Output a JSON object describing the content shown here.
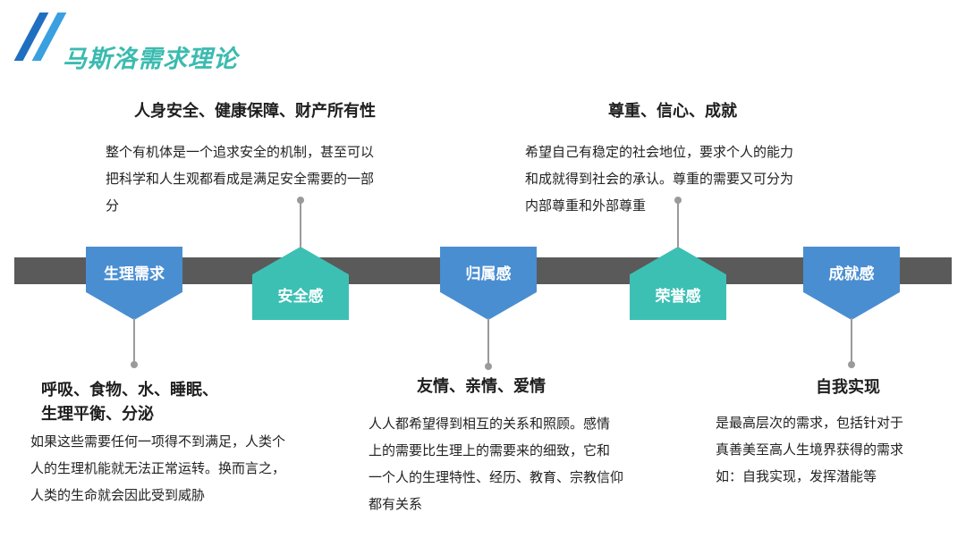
{
  "title": "马斯洛需求理论",
  "colors": {
    "blue_accent": "#1f6fc1",
    "teal_title": "#3bbbb0",
    "blue_badge": "#4a8ed2",
    "teal_badge": "#3cc0b4",
    "bar": "#5a5a5a"
  },
  "stages": [
    {
      "badge": "生理需求",
      "heading": "呼吸、食物、水、睡眠、\n生理平衡、分泌",
      "text": "如果这些需要任何一项得不到满足，人类个\n人的生理机能就无法正常运转。换而言之，\n人类的生命就会因此受到威胁"
    },
    {
      "badge": "安全感",
      "heading": "人身安全、健康保障、财产所有性",
      "text": "整个有机体是一个追求安全的机制，甚至可以\n把科学和人生观都看成是满足安全需要的一部\n分"
    },
    {
      "badge": "归属感",
      "heading": "友情、亲情、爱情",
      "text": "人人都希望得到相互的关系和照顾。感情\n上的需要比生理上的需要来的细致，它和\n一个人的生理特性、经历、教育、宗教信仰\n都有关系"
    },
    {
      "badge": "荣誉感",
      "heading": "尊重、信心、成就",
      "text": "希望自己有稳定的社会地位，要求个人的能力\n和成就得到社会的承认。尊重的需要又可分为\n内部尊重和外部尊重"
    },
    {
      "badge": "成就感",
      "heading": "自我实现",
      "text": "是最高层次的需求，包括针对于\n真善美至高人生境界获得的需求\n如：自我实现，发挥潜能等"
    }
  ]
}
